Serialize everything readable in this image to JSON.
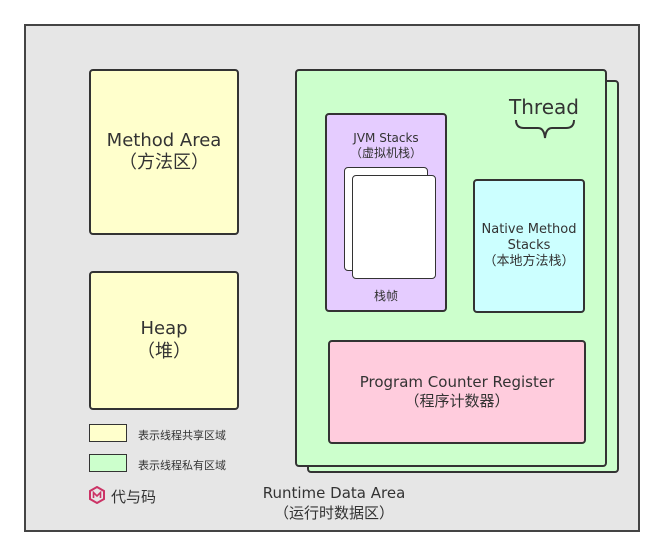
{
  "method_area": {
    "line1": "Method Area",
    "line2": "（方法区）"
  },
  "heap": {
    "line1": "Heap",
    "line2": "（堆）"
  },
  "thread": {
    "label": "Thread"
  },
  "jvm_stacks": {
    "line1": "JVM Stacks",
    "line2": "（虚拟机栈）",
    "frame_label": "栈帧"
  },
  "native_stacks": {
    "line1": "Native Method",
    "line2": "Stacks",
    "line3": "（本地方法栈）"
  },
  "pc_register": {
    "line1": "Program Counter Register",
    "line2": "（程序计数器）"
  },
  "legend": {
    "shared": "表示线程共享区域",
    "private": "表示线程私有区域"
  },
  "brand": {
    "name": "代与码"
  },
  "runtime": {
    "line1": "Runtime Data Area",
    "line2": "（运行时数据区）"
  },
  "colors": {
    "shared": "#ffffcc",
    "private": "#ccffcc",
    "jvm": "#e5ccff",
    "native": "#ccffff",
    "pc": "#ffccdd",
    "brand": "#cc3366"
  }
}
